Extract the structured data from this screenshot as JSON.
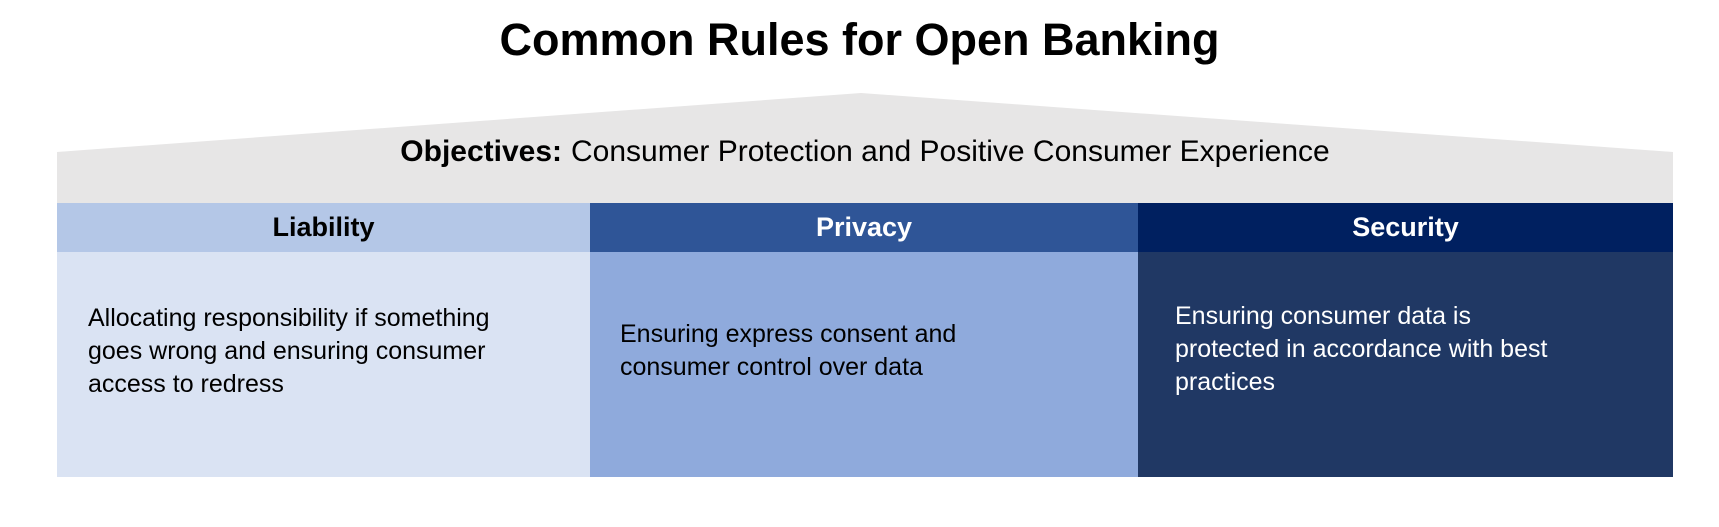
{
  "title": "Common Rules for Open Banking",
  "objectives": {
    "label": "Objectives:",
    "text": "Consumer Protection and Positive Consumer Experience"
  },
  "roof": {
    "bg": "#E7E6E6"
  },
  "pillars": [
    {
      "name": "Liability",
      "description": "Allocating responsibility if something\ngoes wrong and ensuring consumer\naccess to redress",
      "header_bg": "#B4C7E7",
      "header_text": "#000000",
      "body_bg": "#DAE3F3",
      "body_text": "#000000"
    },
    {
      "name": "Privacy",
      "description": "Ensuring express consent and\nconsumer control over data",
      "header_bg": "#2F5597",
      "header_text": "#FFFFFF",
      "body_bg": "#8FAADC",
      "body_text": "#000000"
    },
    {
      "name": "Security",
      "description": "Ensuring consumer data is\nprotected in accordance with best\npractices",
      "header_bg": "#002060",
      "header_text": "#FFFFFF",
      "body_bg": "#203864",
      "body_text": "#FFFFFF"
    }
  ]
}
